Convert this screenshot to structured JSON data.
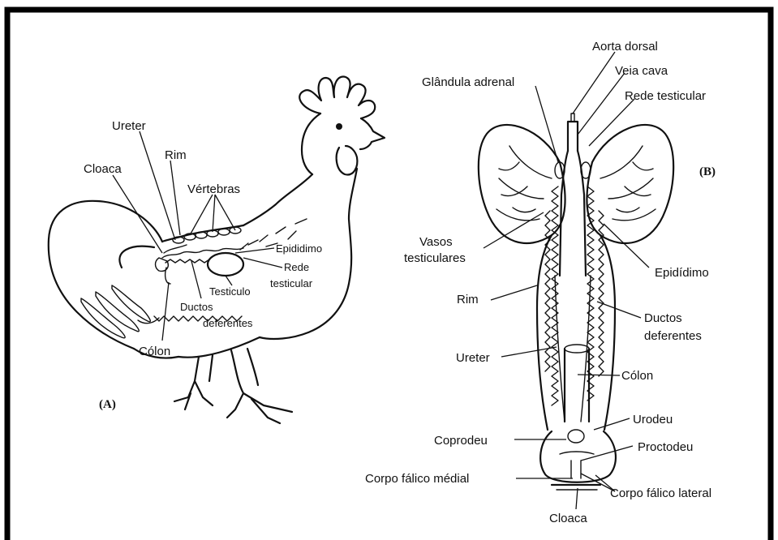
{
  "panels": {
    "a": "(A)",
    "b": "(B)"
  },
  "labels_a": {
    "ureter": "Ureter",
    "rim": "Rim",
    "cloaca": "Cloaca",
    "vertebras": "Vértebras",
    "epididimo": "Epididimo",
    "rede": "Rede",
    "testicular": "testicular",
    "testiculo": "Testiculo",
    "ductos": "Ductos",
    "deferentes": "deferentes",
    "colon": "Cólon"
  },
  "labels_b": {
    "aorta_dorsal": "Aorta dorsal",
    "veia_cava": "Veia cava",
    "rede_testicular": "Rede testicular",
    "glandula_adrenal": "Glândula adrenal",
    "vasos": "Vasos",
    "testiculares": "testiculares",
    "epididimo": "Epidídimo",
    "rim": "Rim",
    "ductos": "Ductos",
    "deferentes": "deferentes",
    "ureter": "Ureter",
    "colon": "Cólon",
    "urodeu": "Urodeu",
    "coprodeu": "Coprodeu",
    "proctodeu": "Proctodeu",
    "corpo_falico_medial": "Corpo fálico médial",
    "corpo_falico_lateral": "Corpo fálico lateral",
    "cloaca": "Cloaca"
  },
  "colors": {
    "ink": "#111111",
    "frame": "#000000",
    "background": "#ffffff"
  }
}
